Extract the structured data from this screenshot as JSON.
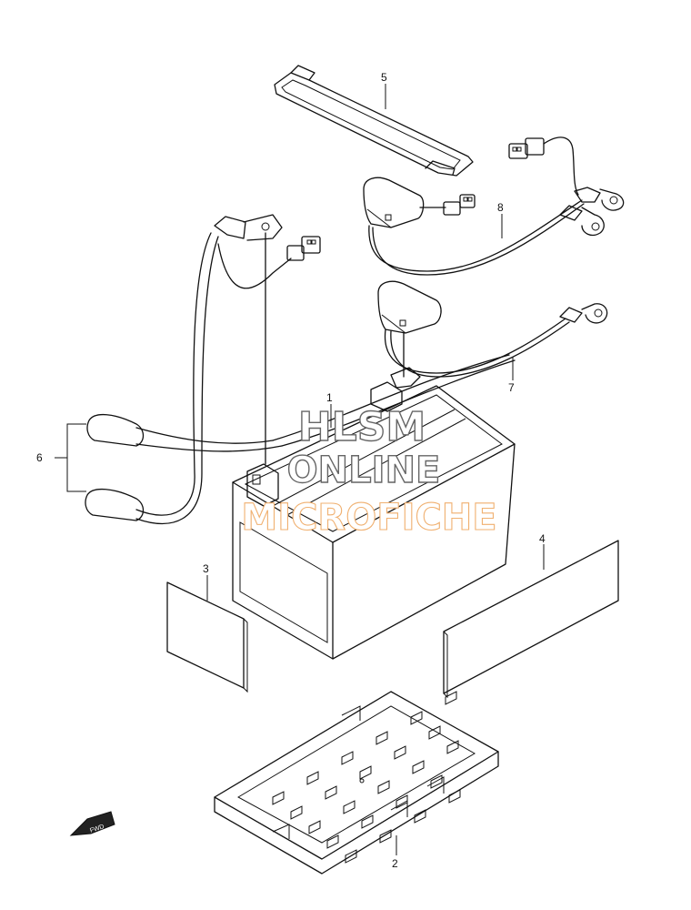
{
  "diagram": {
    "part_labels": {
      "battery": "1",
      "battery_tray": "2",
      "pad_small": "3",
      "pad_large": "4",
      "strap": "5",
      "cable_caps": "6",
      "negative_lead": "7",
      "positive_lead": "8"
    },
    "fwd_arrow_text": "FWD"
  },
  "watermark": {
    "line1": "HLSM",
    "line2": "ONLINE",
    "line3": "MICROFICHE",
    "outline_color": "#666666",
    "accent_color": "#f0b070"
  }
}
